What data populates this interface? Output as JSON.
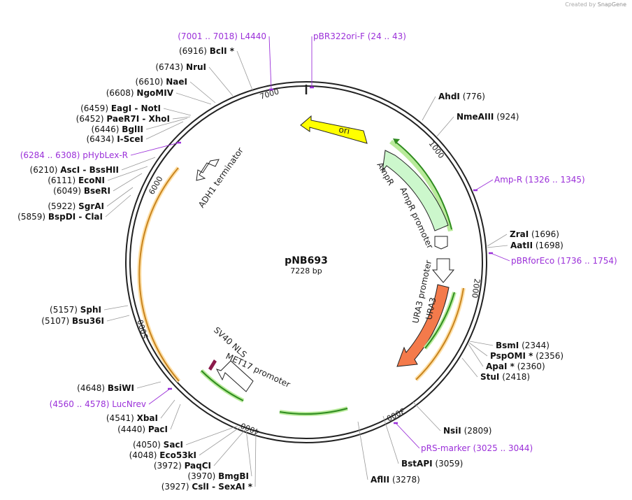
{
  "credit": {
    "prefix": "Created by",
    "brand": "SnapGene"
  },
  "plasmid": {
    "name": "pNB693",
    "size": "7228 bp"
  },
  "ticks": [
    "1000",
    "2000",
    "3000",
    "4000",
    "5000",
    "6000",
    "7000"
  ],
  "sites": [
    {
      "pos": "(6916)",
      "name": "BclI *"
    },
    {
      "pos": "(6743)",
      "name": "NruI"
    },
    {
      "pos": "(6610)",
      "name": "NaeI"
    },
    {
      "pos": "(6608)",
      "name": "NgoMIV"
    },
    {
      "pos": "(6459)",
      "name": "EagI",
      "alt": "NotI"
    },
    {
      "pos": "(6452)",
      "name": "PaeR7I",
      "alt": "XhoI"
    },
    {
      "pos": "(6446)",
      "name": "BglII"
    },
    {
      "pos": "(6434)",
      "name": "I-SceI"
    },
    {
      "pos": "(6210)",
      "name": "AscI",
      "alt": "BssHII"
    },
    {
      "pos": "(6111)",
      "name": "EcoNI"
    },
    {
      "pos": "(6049)",
      "name": "BseRI"
    },
    {
      "pos": "(5922)",
      "name": "SgrAI"
    },
    {
      "pos": "(5859)",
      "name": "BspDI",
      "alt": "ClaI"
    },
    {
      "pos": "(5157)",
      "name": "SphI"
    },
    {
      "pos": "(5107)",
      "name": "Bsu36I"
    },
    {
      "pos": "(4648)",
      "name": "BsiWI"
    },
    {
      "pos": "(4541)",
      "name": "XbaI"
    },
    {
      "pos": "(4440)",
      "name": "PacI"
    },
    {
      "pos": "(4050)",
      "name": "SacI"
    },
    {
      "pos": "(4048)",
      "name": "Eco53kI"
    },
    {
      "pos": "(3972)",
      "name": "PaqCI"
    },
    {
      "pos": "(3970)",
      "name": "BmgBI"
    },
    {
      "pos": "(3927)",
      "name": "CslI",
      "alt": "SexAI *"
    },
    {
      "name": "AhdI",
      "pos": "(776)"
    },
    {
      "name": "NmeAIII",
      "pos": "(924)"
    },
    {
      "name": "ZraI",
      "pos": "(1696)"
    },
    {
      "name": "AatII",
      "pos": "(1698)"
    },
    {
      "name": "BsmI",
      "pos": "(2344)"
    },
    {
      "name": "PspOMI *",
      "pos": "(2356)"
    },
    {
      "name": "ApaI *",
      "pos": "(2360)"
    },
    {
      "name": "StuI",
      "pos": "(2418)"
    },
    {
      "name": "NsiI",
      "pos": "(2809)"
    },
    {
      "name": "BstAPI",
      "pos": "(3059)"
    },
    {
      "name": "AflII",
      "pos": "(3278)"
    }
  ],
  "primers": [
    {
      "range": "(7001 .. 7018)",
      "name": "L4440"
    },
    {
      "name": "pBR322ori-F",
      "range": "(24 .. 43)"
    },
    {
      "name": "Amp-R",
      "range": "(1326 .. 1345)"
    },
    {
      "name": "pBRforEco",
      "range": "(1736 .. 1754)"
    },
    {
      "name": "pRS-marker",
      "range": "(3025 .. 3044)"
    },
    {
      "name": "pHybLex-R",
      "range": "(6284 .. 6308)"
    },
    {
      "name": "LucNrev",
      "range": "(4560 .. 4578)"
    }
  ],
  "features": {
    "ori": "ori",
    "ampr": "AmpR",
    "ampr_promoter": "AmpR promoter",
    "ura3_promoter": "URA3 promoter",
    "ura3": "URA3",
    "adh1": "ADH1 terminator",
    "sv40": "SV40 NLS",
    "met17": "MET17 promoter"
  },
  "colors": {
    "ori": "#ffff00",
    "ampr": "#ccf7cc",
    "ura3": "#f47a4b",
    "primer": "#9b30d9",
    "orf": "#2e8b1f",
    "orf_halo": "#b9eb9b",
    "orange_line": "#c8841e",
    "orange_halo": "#ffe0a8",
    "sv40": "#8b1a4b"
  }
}
